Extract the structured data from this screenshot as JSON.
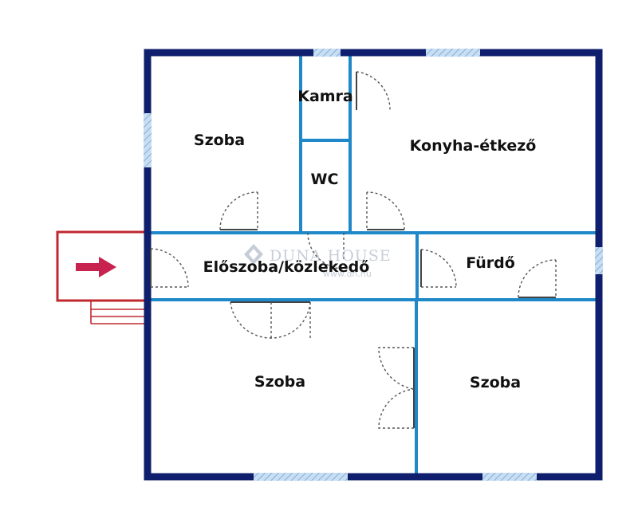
{
  "colors": {
    "outer_wall": "#0f1f6e",
    "inner_wall": "#1e88c8",
    "window_hatch": "#9fc6e8",
    "entrance": "#c0282f",
    "arrow": "#c8234f",
    "door": "#444444",
    "watermark": "#9aa6b8"
  },
  "rooms": {
    "szoba_top_left": "Szoba",
    "kamra": "Kamra",
    "wc": "WC",
    "konyha": "Konyha-étkező",
    "eloszoba": "Előszoba/közlekedő",
    "furdo": "Fürdő",
    "szoba_bottom_left": "Szoba",
    "szoba_bottom_right": "Szoba"
  },
  "watermark": {
    "brand": "DUNA HOUSE",
    "url": "www.dh.hu",
    "icon": "duna-house-logo-icon"
  },
  "entrance": {
    "icon": "entrance-arrow-icon"
  }
}
